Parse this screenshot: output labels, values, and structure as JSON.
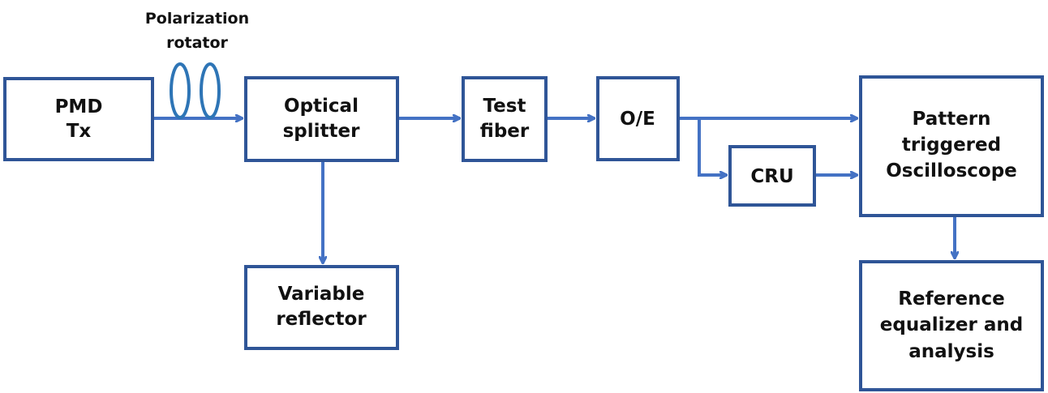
{
  "diagram": {
    "colors": {
      "box_stroke": "#2f5597",
      "connector": "#4472c4",
      "rotator_coil": "#2e75b6",
      "text": "#111111",
      "background": "#ffffff"
    },
    "blocks": {
      "pmd_tx": {
        "line1": "PMD",
        "line2": "Tx"
      },
      "optical_splitter": {
        "line1": "Optical",
        "line2": "splitter"
      },
      "test_fiber": {
        "line1": "Test",
        "line2": "fiber"
      },
      "oe": {
        "line1": "O/E"
      },
      "cru": {
        "line1": "CRU"
      },
      "oscilloscope": {
        "line1": "Pattern",
        "line2": "triggered",
        "line3": "Oscilloscope"
      },
      "variable_reflector": {
        "line1": "Variable",
        "line2": "reflector"
      },
      "reference_equalizer": {
        "line1": "Reference",
        "line2": "equalizer and",
        "line3": "analysis"
      }
    },
    "polarization_rotator": {
      "line1": "Polarization",
      "line2": "rotator",
      "icon": "fiber-coil-icon"
    }
  }
}
